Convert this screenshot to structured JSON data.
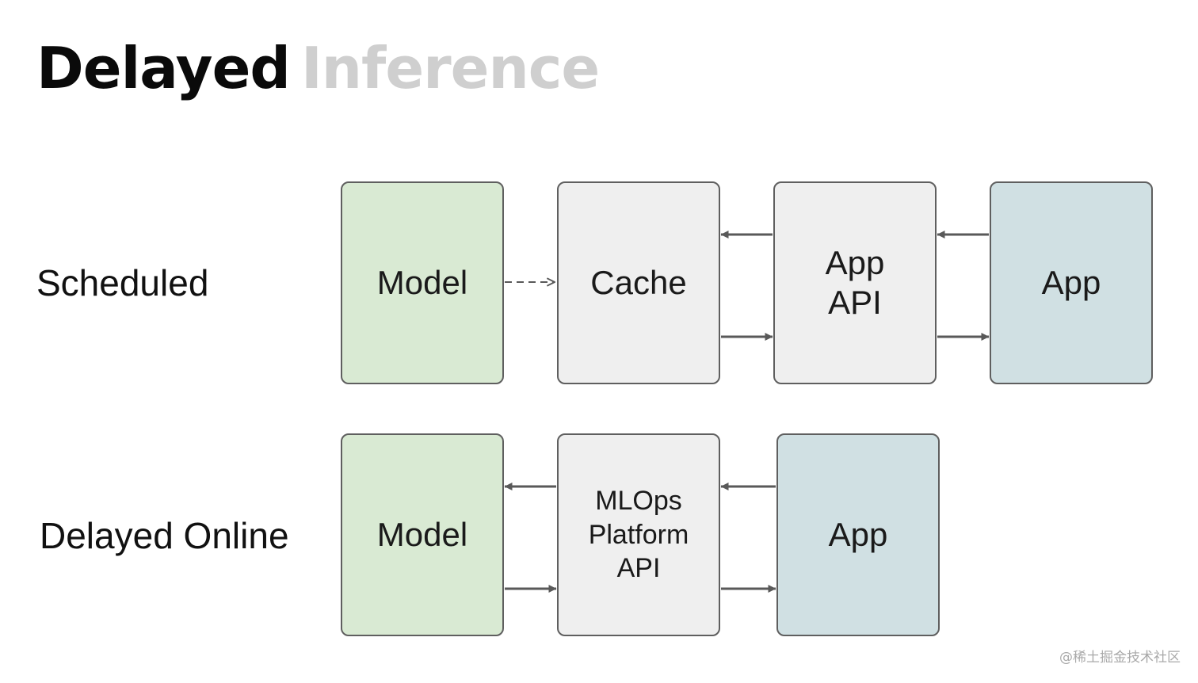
{
  "title": {
    "part1": "Delayed",
    "part2": "Inference"
  },
  "rows": {
    "scheduled": {
      "label": "Scheduled",
      "model": "Model",
      "cache": "Cache",
      "app_api": "App\nAPI",
      "app": "App"
    },
    "delayed_online": {
      "label": "Delayed Online",
      "model": "Model",
      "platform_api": "MLOps\nPlatform\nAPI",
      "app": "App"
    }
  },
  "colors": {
    "model_box": "#d9ead3",
    "middle_box": "#efefef",
    "app_box": "#d0e0e3",
    "arrow": "#595959",
    "title_muted": "#cfcfcf"
  },
  "watermark": "@稀土掘金技术社区"
}
